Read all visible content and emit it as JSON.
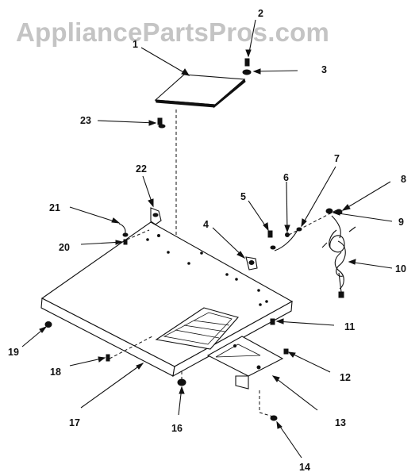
{
  "watermark": "AppliancePartsPros.com",
  "callouts": [
    "1",
    "2",
    "3",
    "4",
    "5",
    "6",
    "7",
    "8",
    "9",
    "10",
    "11",
    "12",
    "13",
    "14",
    "16",
    "17",
    "18",
    "19",
    "20",
    "21",
    "22",
    "23"
  ],
  "colors": {
    "ink": "#111111",
    "watermark": "#c4c4c4",
    "background": "#ffffff"
  }
}
